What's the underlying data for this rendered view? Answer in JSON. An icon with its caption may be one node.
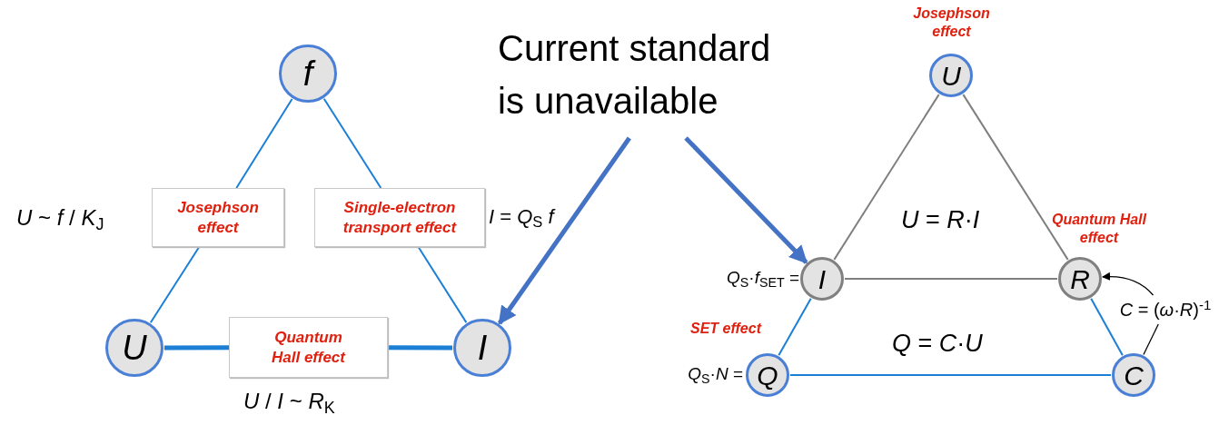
{
  "diagram": {
    "nodes": [
      {
        "text": [
          "Current standard is unavailable"
        ]
      },
      {
        "text": [
          "f"
        ]
      },
      {
        "text": [
          "Josephson effect"
        ]
      },
      {
        "text": [
          "Single-electron transport effect"
        ]
      },
      {
        "text": [
          "U"
        ]
      },
      {
        "text": [
          "Quantum Hall effect"
        ]
      },
      {
        "text": [
          "I"
        ]
      },
      {
        "text": [
          "U"
        ],
        "beside": [
          "Josephson effect"
        ]
      },
      {
        "text": [
          "I"
        ],
        "beside": [
          "*Q*$_{S}$·*f*$_{SET}$ ="
        ]
      },
      {
        "text": [
          "R"
        ],
        "beside": [
          "Quantum Hall effect"
        ]
      },
      {
        "text": [
          "Q"
        ],
        "beside": [
          "*Q*$_{S}$·*N* ="
        ]
      },
      {
        "text": [
          "C"
        ]
      },
      {
        "text": [
          "*C* = (*ω*·*R*)$^{-1}$"
        ]
      }
    ],
    "edges": [
      {
        "from": 0,
        "to": 6,
        "arrow": "to",
        "style": "thick",
        "color": "#4472c4"
      },
      {
        "from": 0,
        "to": 8,
        "arrow": "to",
        "style": "thick",
        "color": "#4472c4"
      },
      {
        "from": 1,
        "to": 2,
        "arrow": "none"
      },
      {
        "from": 2,
        "to": 4,
        "arrow": "none"
      },
      {
        "from": 1,
        "to": 3,
        "arrow": "none"
      },
      {
        "from": 3,
        "to": 6,
        "arrow": "none"
      },
      {
        "from": 4,
        "to": 5,
        "arrow": "none",
        "style": "thick"
      },
      {
        "from": 5,
        "to": 6,
        "arrow": "none",
        "style": "thick"
      },
      {
        "from": 7,
        "to": 8,
        "arrow": "none",
        "color": "#7f7f7f"
      },
      {
        "from": 7,
        "to": 9,
        "arrow": "none",
        "color": "#7f7f7f"
      },
      {
        "from": 8,
        "to": 9,
        "arrow": "none",
        "color": "#7f7f7f"
      },
      {
        "from": 8,
        "to": 10,
        "arrow": "none"
      },
      {
        "from": 9,
        "to": 11,
        "arrow": "none"
      },
      {
        "from": 10,
        "to": 11,
        "arrow": "none"
      },
      {
        "from": 12,
        "to": 9,
        "arrow": "to",
        "color": "#000000"
      },
      {
        "from": 12,
        "to": 11,
        "arrow": "none",
        "color": "#000000"
      }
    ],
    "labels": [
      "*U* ~ *f* / *K*$_{J}$",
      "*I* = *Q*$_{S}$ *f*",
      "*U* / *I* ~ *R*$_{K}$",
      "*U* = *R*·*I*",
      "SET effect",
      "*Q* = *C*·*U*"
    ]
  }
}
